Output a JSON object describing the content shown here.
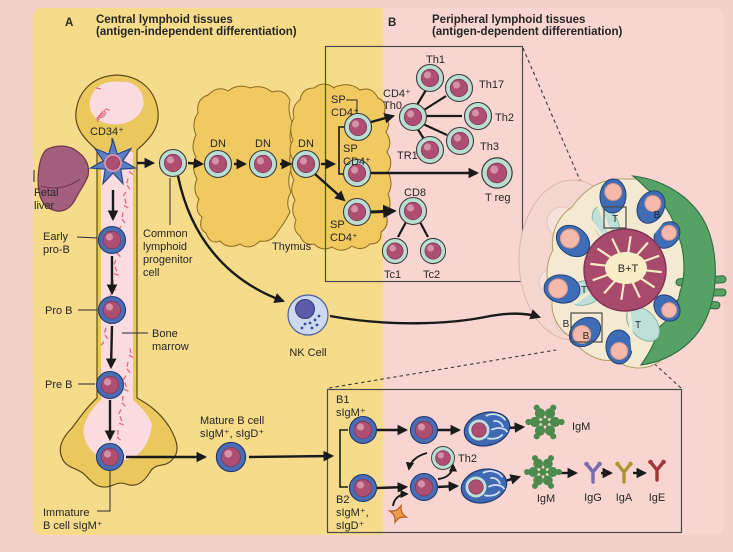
{
  "panel_a": {
    "letter": "A",
    "title": "Central lymphoid tissues",
    "subtitle": "(antigen-independent differentiation)"
  },
  "panel_b": {
    "letter": "B",
    "title": "Peripheral lymphoid tissues",
    "subtitle": "(antigen-dependent differentiation)"
  },
  "bone_region": {
    "fetal_liver": [
      "Fetal",
      "liver"
    ],
    "cd34": "CD34⁺",
    "early_pro_b": [
      "Early",
      "pro-B"
    ],
    "pro_b": "Pro B",
    "pre_b": "Pre B",
    "immature_b": [
      "Immature",
      "B cell sIgM⁺"
    ],
    "bone_marrow": [
      "Bone",
      "marrow"
    ],
    "clp": [
      "Common",
      "lymphoid",
      "progenitor",
      "cell"
    ]
  },
  "thymus_region": {
    "thymus": "Thymus",
    "dn": [
      "DN",
      "DN",
      "DN"
    ],
    "sp_cd4_top": [
      "SP",
      "CD4⁺"
    ],
    "sp_cd4_mid": [
      "SP",
      "CD4⁺"
    ],
    "sp_cd4_bottom": [
      "SP",
      "CD4⁺"
    ]
  },
  "t_box": {
    "cd4_th0": [
      "CD4⁺",
      "Th0"
    ],
    "th1": "Th1",
    "th17": "Th17",
    "th2": "Th2",
    "th3": "Th3",
    "tr1": "TR1",
    "t_reg": "T reg",
    "cd8": "CD8",
    "tc1": "Tc1",
    "tc2": "Tc2"
  },
  "nk_cell_label": "NK Cell",
  "lymph_node": {
    "center": "B+T",
    "t_top": "T",
    "b_top_right": "B",
    "t_left": "T",
    "b_outer": "B",
    "b_inner": "B",
    "t_bottom": "T"
  },
  "b_box": {
    "mature_b": [
      "Mature B cell",
      "sIgM⁺, sIgD⁺"
    ],
    "b1": [
      "B1",
      "sIgM⁺"
    ],
    "b2": [
      "B2",
      "sIgM⁺,",
      "sIgD⁺"
    ],
    "th2": "Th2",
    "igm_top": "IgM",
    "igm_bottom": "IgM",
    "igg": "IgG",
    "iga": "IgA",
    "ige": "IgE"
  },
  "colors": {
    "frame_bg": "#f3d0ca",
    "panel_a_bg": "#f6db8b",
    "panel_b_bg": "#f8d5d0",
    "bone_fill": "#eac85e",
    "marrow_fill": "#f9dbe0",
    "marrow_dash": "#e26b7c",
    "thymus_fill": "#f0c960",
    "liver_fill": "#a3607c",
    "tcell_ring": "#b9dfd3",
    "bcell_ring": "#4a6cb3",
    "nucleus": "#ae4f72",
    "nucleus_hi": "#d591a8",
    "star_cell_blue": "#5b7fc4",
    "nk_body": "#ccd9f0",
    "nk_nucleus": "#5b5ba8",
    "plasma_fill": "#3f69b2",
    "node_green": "#56a264",
    "node_blue": "#3e6cb5",
    "node_teal": "#bfe0d8",
    "node_pink": "#f4b9aa",
    "node_maroon": "#a84a6b",
    "node_cream": "#f4ead2",
    "igm_green": "#4d8b4d",
    "igg_purple": "#7a6ab0",
    "iga_olive": "#ad9530",
    "ige_red": "#a03838",
    "antigen_orange": "#ec9a52",
    "arrow": "#1a1a1a"
  }
}
